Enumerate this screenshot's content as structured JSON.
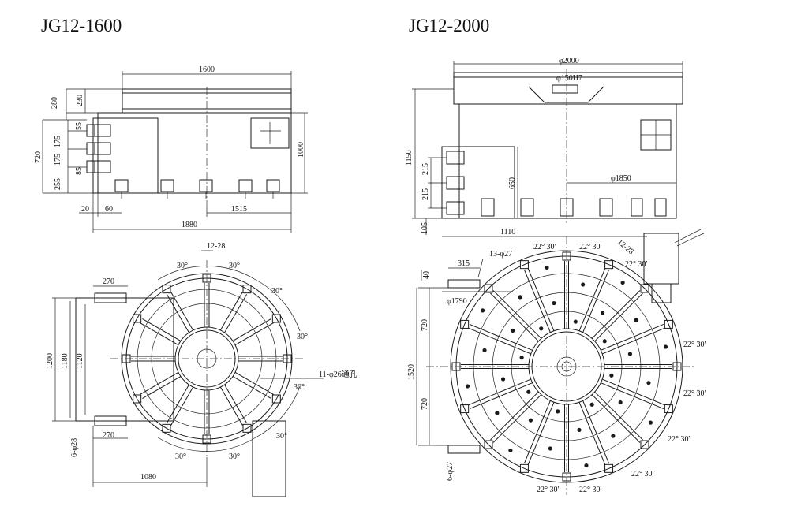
{
  "titles": {
    "left": "JG12-1600",
    "right": "JG12-2000"
  },
  "left_front": {
    "dims": {
      "width": "1600",
      "h280": "280",
      "h230": "230",
      "h720": "720",
      "h55": "55",
      "h175a": "175",
      "h175b": "175",
      "h85": "85",
      "h255": "255",
      "h1000": "1000",
      "d20": "20",
      "d60": "60",
      "d1515": "1515",
      "d1880": "1880"
    }
  },
  "left_top": {
    "dims": {
      "slot": "12-28",
      "a1": "30°",
      "a2": "30°",
      "a3": "30°",
      "a4": "30°",
      "a5": "30°",
      "a6": "30°",
      "a7": "30°",
      "a8": "30°",
      "w270a": "270",
      "w270b": "270",
      "h1200": "1200",
      "h1180": "1180",
      "h1120": "1120",
      "holes": "6-φ28",
      "throughhole": "11-φ26通孔",
      "d1080": "1080"
    }
  },
  "right_front": {
    "dims": {
      "dia2000": "φ2000",
      "dia150": "φ150H7",
      "h1150": "1150",
      "h215a": "215",
      "h215b": "215",
      "h650": "650",
      "dia1850": "φ1850",
      "h105": "105"
    }
  },
  "right_top": {
    "dims": {
      "w1110": "1110",
      "slot": "12-28",
      "a1": "22° 30'",
      "a2": "22° 30'",
      "a3": "22° 30'",
      "a4": "22° 30'",
      "a5": "22° 30'",
      "a6": "22° 30'",
      "a7": "22° 30'",
      "a8": "22° 30'",
      "a9": "22° 30'",
      "h40": "40",
      "w315": "315",
      "holes13": "13-φ27",
      "dia1790": "φ1790",
      "h720a": "720",
      "h1520": "1520",
      "h720b": "720",
      "holes6": "6-φ27"
    }
  }
}
